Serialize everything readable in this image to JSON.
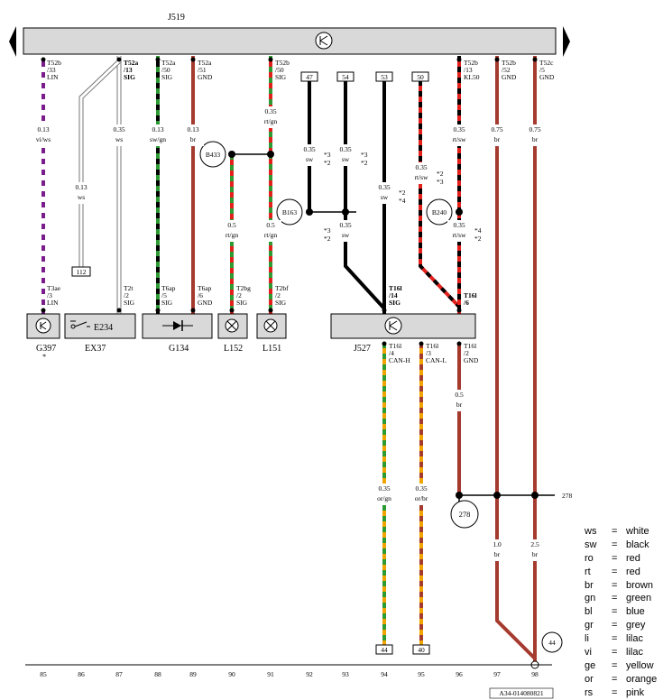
{
  "colors": {
    "violet": "#7a1c8c",
    "white": "#ffffff",
    "black": "#000000",
    "green": "#2d9a33",
    "brown": "#a53a2e",
    "red": "#e2211c",
    "orange": "#f0a400",
    "grey": "#c8c8c8",
    "line": "#000000"
  },
  "header": {
    "control_unit": "J519"
  },
  "nav": {
    "prev_icon": "triangle-left-icon",
    "next_icon": "triangle-right-icon"
  },
  "components": {
    "g397": "G397",
    "g397_mark": "*",
    "e234": "E234",
    "ex37": "EX37",
    "g134": "G134",
    "l152": "L152",
    "l151": "L151",
    "j527": "J527"
  },
  "connection_points": {
    "b433": "B433",
    "b163": "B163",
    "b240": "B240",
    "p278": "278",
    "p44": "44"
  },
  "terminal_boxes": {
    "t47": "47",
    "t54": "54",
    "t53": "53",
    "t50": "50",
    "t112": "112",
    "t44": "44",
    "t40": "40"
  },
  "pins": {
    "c85_top": [
      "T52b",
      "/33",
      "LIN"
    ],
    "c87_top": [
      "T52a",
      "/13",
      "SIG"
    ],
    "c88_top": [
      "T52a",
      "/50",
      "SIG"
    ],
    "c89_top": [
      "T52a",
      "/51",
      "GND"
    ],
    "c91_top": [
      "T52b",
      "/50",
      "SIG"
    ],
    "c96_top": [
      "T52b",
      "/13",
      "KL50"
    ],
    "c97_top": [
      "T52b",
      "/52",
      "GND"
    ],
    "c98_top": [
      "T52c",
      "/5",
      "GND"
    ],
    "c85_bot": [
      "T3ae",
      "/3",
      "LIN"
    ],
    "c87_bot": [
      "T2t",
      "/2",
      "SIG"
    ],
    "c88_bot": [
      "T6ap",
      "/5",
      "SIG"
    ],
    "c89_bot": [
      "T6ap",
      "/6",
      "GND"
    ],
    "c90_bot": [
      "T2bg",
      "/2",
      "SIG"
    ],
    "c91_bot": [
      "T2bf",
      "/2",
      "SIG"
    ],
    "c94_bot": [
      "T16l",
      "/14",
      "SIG"
    ],
    "c96_bot": [
      "T16l",
      "/6"
    ],
    "c94_j527": [
      "T16l",
      "/4",
      "CAN-H"
    ],
    "c95_j527": [
      "T16l",
      "/3",
      "CAN-L"
    ],
    "c96_j527": [
      "T16l",
      "/2",
      "GND"
    ]
  },
  "wires": {
    "w85": [
      "0.13",
      "vi/ws"
    ],
    "w86": [
      "0.13",
      "ws"
    ],
    "w87": [
      "0.35",
      "ws"
    ],
    "w88": [
      "0.13",
      "sw/gn"
    ],
    "w89": [
      "0.13",
      "br"
    ],
    "w91a": [
      "0.35",
      "rt/gn"
    ],
    "w92": [
      "0.35",
      "sw"
    ],
    "w93a": [
      "0.35",
      "sw"
    ],
    "w93b": [
      "0.35",
      "sw"
    ],
    "w94": [
      "0.35",
      "sw"
    ],
    "w95": [
      "0.35",
      "rt/sw"
    ],
    "w96a": [
      "0.35",
      "rt/sw"
    ],
    "w96b": [
      "0.35",
      "rt/sw"
    ],
    "w97a": [
      "0.75",
      "br"
    ],
    "w98a": [
      "0.75",
      "br"
    ],
    "w90": [
      "0.5",
      "rt/gn"
    ],
    "w91b": [
      "0.5",
      "rt/gn"
    ],
    "w96c": [
      "0.5",
      "br"
    ],
    "w94b": [
      "0.35",
      "or/gn"
    ],
    "w95b": [
      "0.35",
      "or/br"
    ],
    "w97b": [
      "1.0",
      "br"
    ],
    "w98b": [
      "2.5",
      "br"
    ]
  },
  "marks": {
    "m92": [
      "*3",
      "*2"
    ],
    "m93": [
      "*3",
      "*2"
    ],
    "m92b": [
      "*3",
      "*2"
    ],
    "m94": [
      "*2",
      "*4"
    ],
    "m95": [
      "*2",
      "*3"
    ],
    "m96": [
      "*4",
      "*2"
    ]
  },
  "ref_278": "278",
  "track_numbers": [
    "85",
    "86",
    "87",
    "88",
    "89",
    "90",
    "91",
    "92",
    "93",
    "94",
    "95",
    "96",
    "97",
    "98"
  ],
  "figure_id": "A34-014080821",
  "legend": [
    {
      "code": "ws",
      "eq": "=",
      "name": "white"
    },
    {
      "code": "sw",
      "eq": "=",
      "name": "black"
    },
    {
      "code": "ro",
      "eq": "=",
      "name": "red"
    },
    {
      "code": "rt",
      "eq": "=",
      "name": "red"
    },
    {
      "code": "br",
      "eq": "=",
      "name": "brown"
    },
    {
      "code": "gn",
      "eq": "=",
      "name": "green"
    },
    {
      "code": "bl",
      "eq": "=",
      "name": "blue"
    },
    {
      "code": "gr",
      "eq": "=",
      "name": "grey"
    },
    {
      "code": "li",
      "eq": "=",
      "name": "lilac"
    },
    {
      "code": "vi",
      "eq": "=",
      "name": "lilac"
    },
    {
      "code": "ge",
      "eq": "=",
      "name": "yellow"
    },
    {
      "code": "or",
      "eq": "=",
      "name": "orange"
    },
    {
      "code": "rs",
      "eq": "=",
      "name": "pink"
    }
  ]
}
